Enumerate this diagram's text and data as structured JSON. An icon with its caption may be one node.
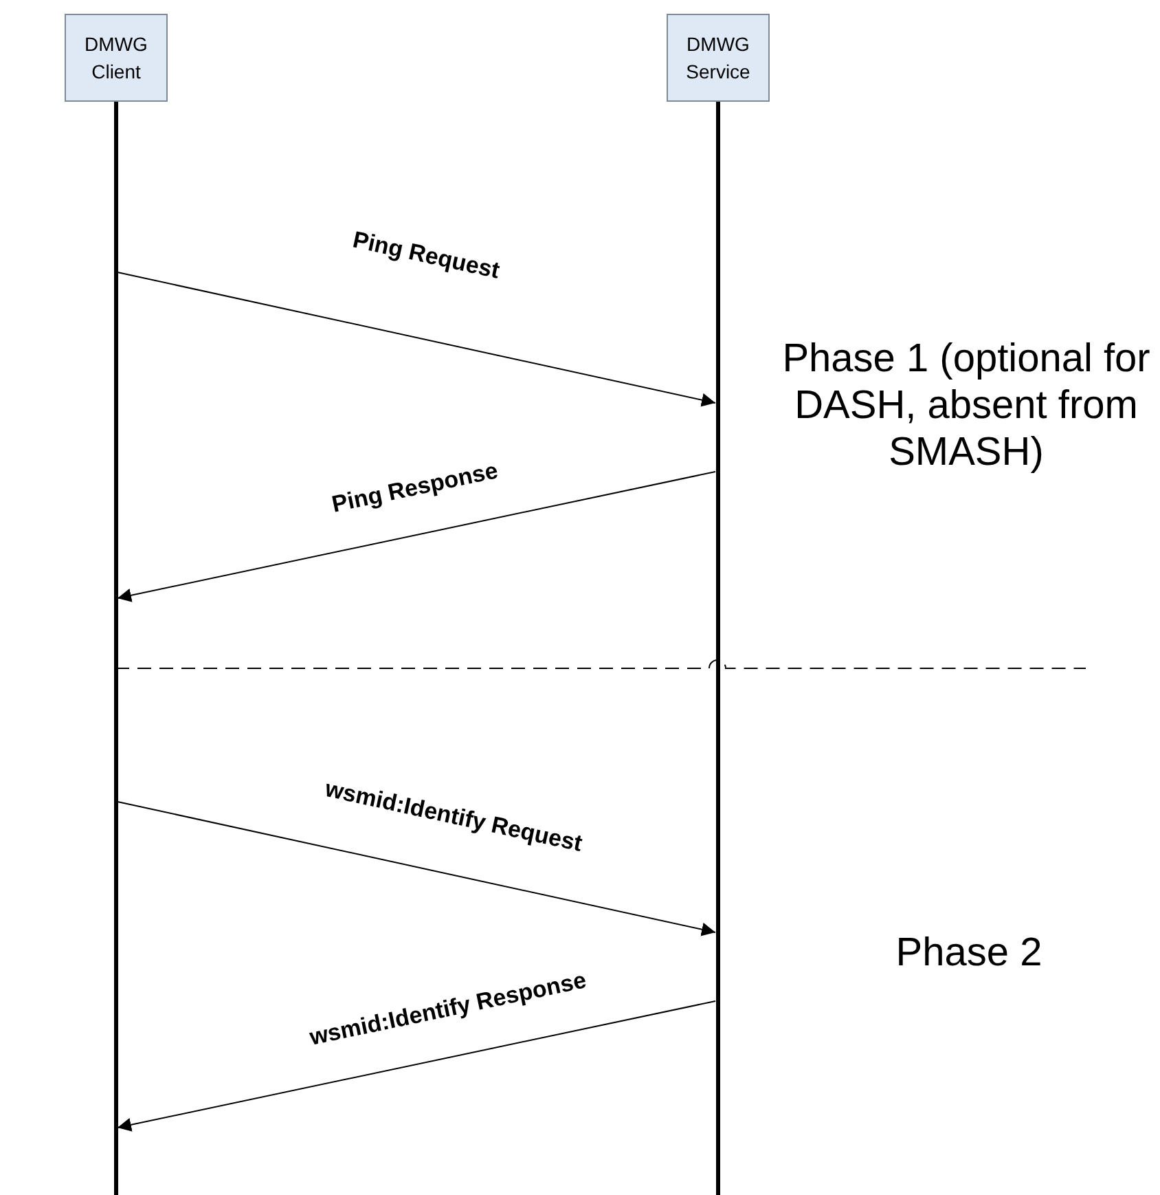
{
  "diagram": {
    "nodes": [
      {
        "text": [
          "DMWG Client"
        ]
      },
      {
        "text": [
          "DMWG Service"
        ]
      }
    ],
    "edges": [
      {
        "from": 0,
        "to": 1,
        "arrow": "to",
        "label": "Ping Request"
      },
      {
        "from": 1,
        "to": 0,
        "arrow": "to",
        "label": "Ping Response"
      },
      {
        "from": 0,
        "to": 1,
        "arrow": "to",
        "label": "wsmid:Identify Request"
      },
      {
        "from": 1,
        "to": 0,
        "arrow": "to",
        "label": "wsmid:Identify Response"
      }
    ],
    "labels": [
      "Phase 1 (optional for DASH, absent from SMASH)",
      "Phase 2"
    ]
  }
}
